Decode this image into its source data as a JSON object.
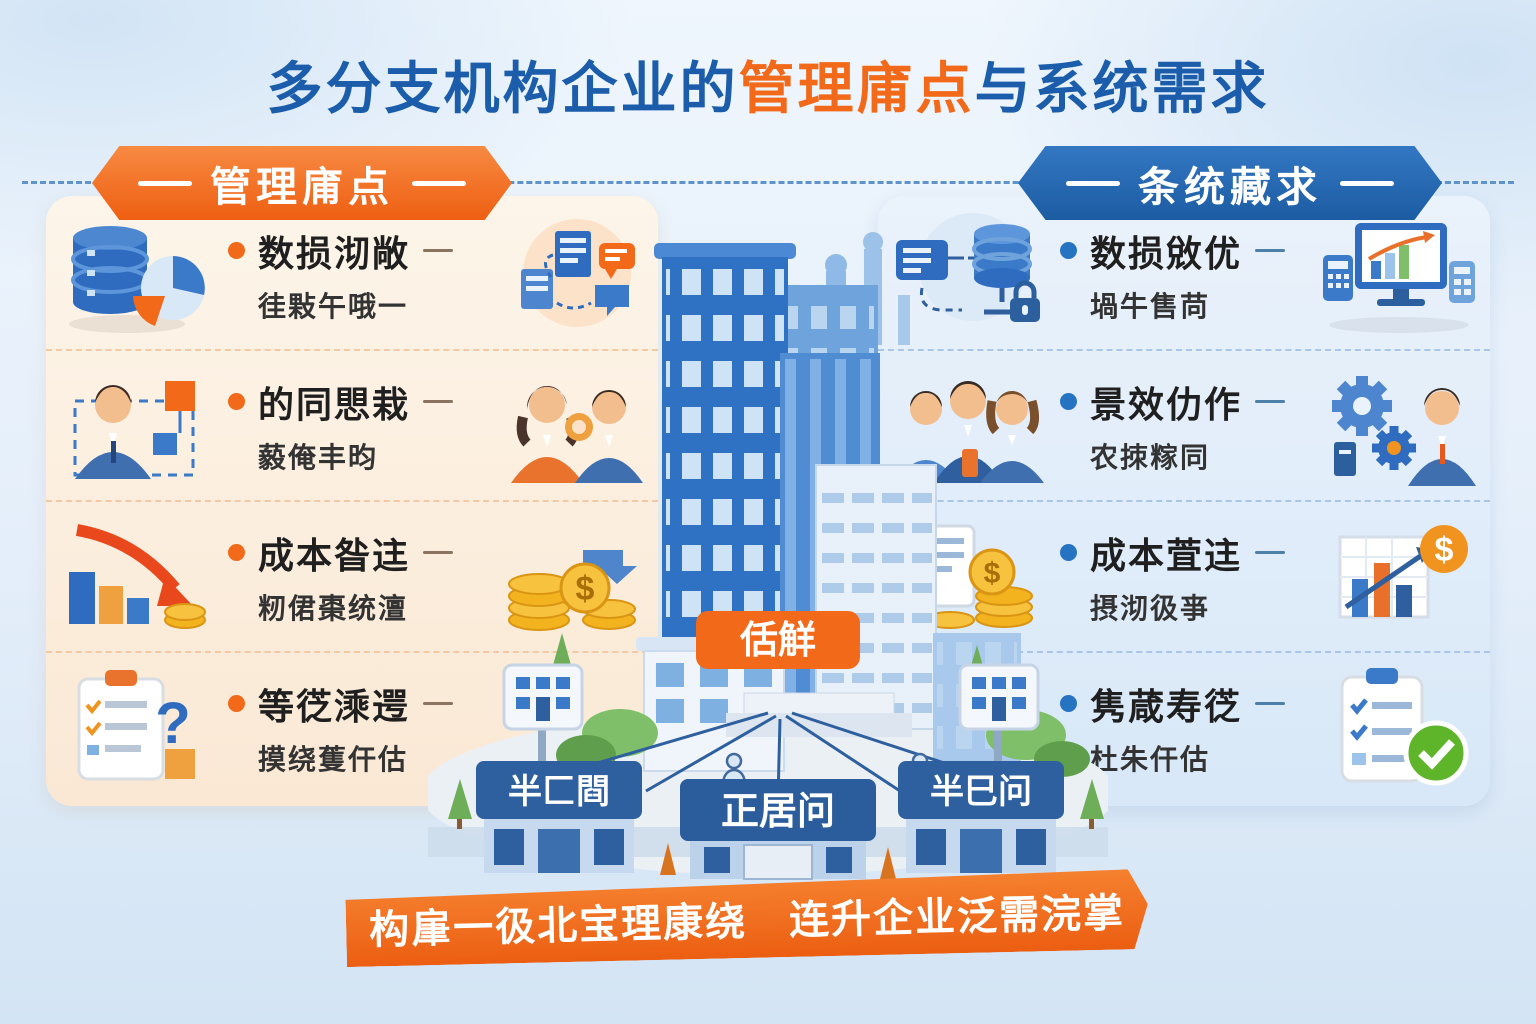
{
  "title": {
    "prefix": "多分支机构企业的",
    "highlight": "管理庯点",
    "suffix": "与系统需求"
  },
  "banners": {
    "left": "管理庯点",
    "right": "条统藏求"
  },
  "pain_points": {
    "items": [
      {
        "heading": "数损沏敞",
        "sub": "徍敤午哦一"
      },
      {
        "heading": "的同愳栽",
        "sub": "藙俺丰昀"
      },
      {
        "heading": "成本昝迬",
        "sub": "籾侰棗统澶"
      },
      {
        "heading": "等徔溗遌",
        "sub": "摸绕蒦仠估"
      }
    ]
  },
  "requirements": {
    "items": [
      {
        "heading": "数损敓优",
        "sub": "堝牛售苘"
      },
      {
        "heading": "景效仂作",
        "sub": "农拺糘同"
      },
      {
        "heading": "成本萓迬",
        "sub": "摂沏彶亊"
      },
      {
        "heading": "隽葴寿徔",
        "sub": "杜朱仠估"
      }
    ]
  },
  "city": {
    "hq_label": "佸觧",
    "branch_left": "半匚閰",
    "branch_center": "正居问",
    "branch_right": "半巳问"
  },
  "ribbon": {
    "text": "构肁一彶北宝理康绕　连升企业泛需浣掌"
  },
  "glyphs": {
    "dollar": "$",
    "question": "?"
  },
  "colors": {
    "orange": "#F2691A",
    "blue": "#1F63AD",
    "title_blue": "#1B5DAB",
    "panel_left_bg": "#FBEEDD",
    "panel_right_bg": "#E3EEFA",
    "green_check": "#5FB52A"
  }
}
